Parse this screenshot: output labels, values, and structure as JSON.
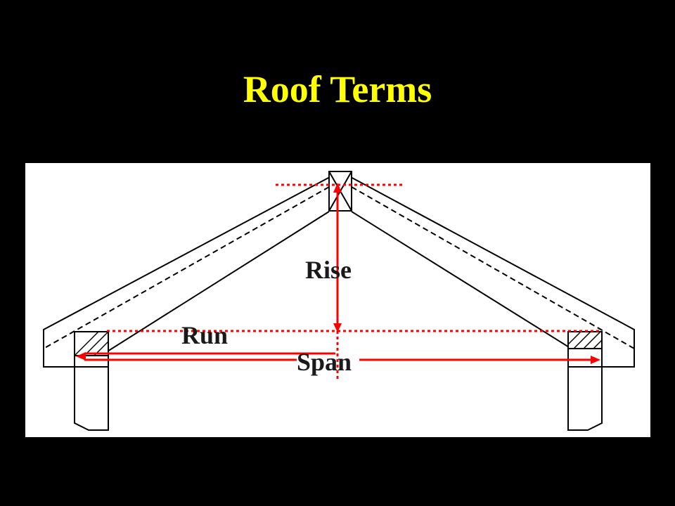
{
  "slide": {
    "title": "Roof Terms",
    "title_color": "#ffff00",
    "background": "#000000"
  },
  "diagram": {
    "panel_color": "#ffffff",
    "line_color": "#000000",
    "dimension_color": "#ff0000",
    "labels": {
      "rise": "Rise",
      "run": "Run",
      "span": "Span"
    }
  }
}
